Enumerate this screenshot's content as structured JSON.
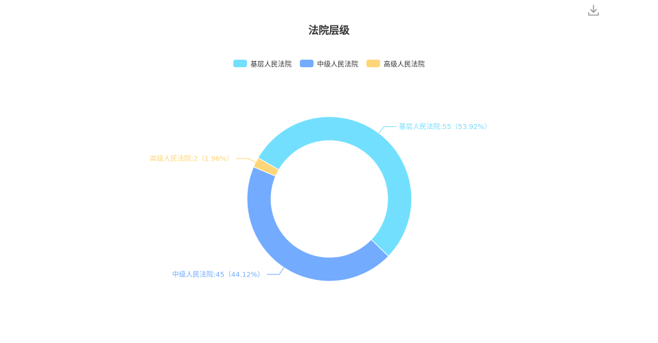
{
  "toolbox": {
    "download_icon": "download-icon"
  },
  "chart_data": {
    "type": "pie",
    "variant": "donut",
    "title": "法院层级",
    "legend_position": "top-center",
    "categories": [
      "基层人民法院",
      "中级人民法院",
      "高级人民法院"
    ],
    "values": [
      55,
      45,
      2
    ],
    "percentages": [
      "53.92%",
      "44.12%",
      "1.96%"
    ],
    "labels": [
      "基层人民法院:55（53.92%）",
      "中级人民法院:45（44.12%）",
      "高级人民法院:2（1.96%）"
    ],
    "colors": [
      "#73DFFF",
      "#73ABFF",
      "#FFD677"
    ]
  }
}
